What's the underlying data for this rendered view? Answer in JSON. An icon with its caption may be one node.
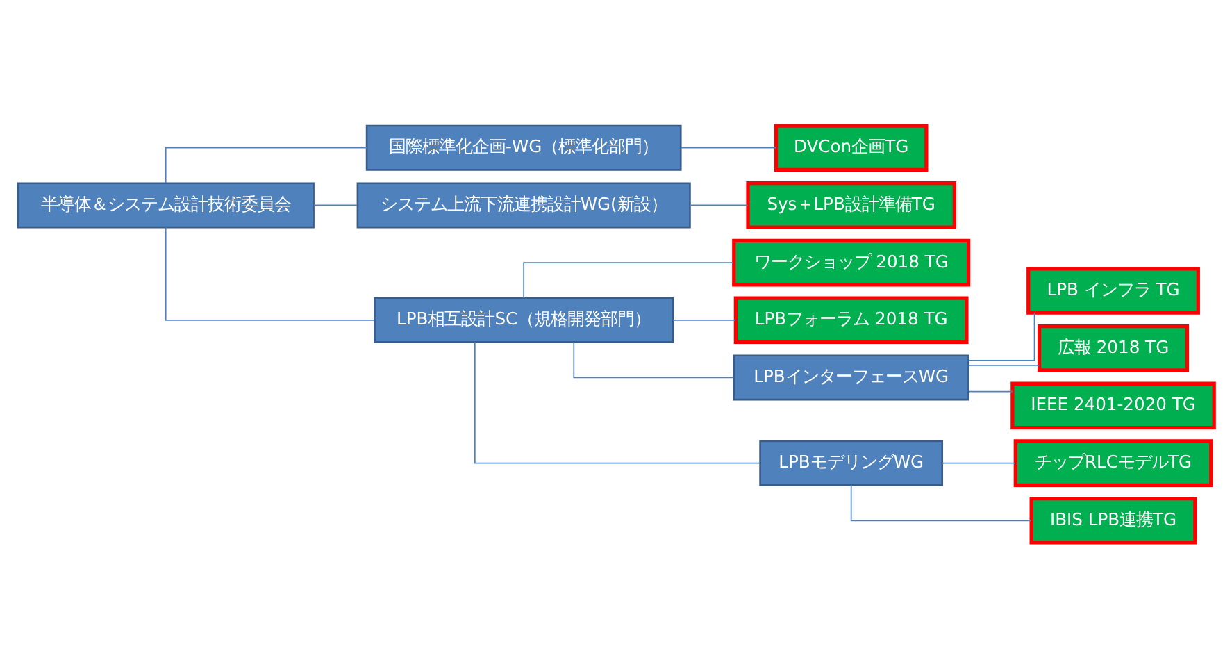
{
  "diagram": {
    "nodes": [
      {
        "text": [
          "半導体＆システム設計技術委員会"
        ]
      },
      {
        "text": [
          "国際標準化企画-WG（標準化部門）"
        ]
      },
      {
        "text": [
          "DVCon企画TG"
        ]
      },
      {
        "text": [
          "システム上流下流連携設計WG(新設）"
        ]
      },
      {
        "text": [
          "Sys＋LPB設計準備TG"
        ]
      },
      {
        "text": [
          "LPB相互設計SC（規格開発部門）"
        ]
      },
      {
        "text": [
          "ワークショップ 2018 TG"
        ]
      },
      {
        "text": [
          "LPBフォーラム 2018 TG"
        ]
      },
      {
        "text": [
          "LPBインターフェースWG"
        ]
      },
      {
        "text": [
          "LPB インフラ TG"
        ]
      },
      {
        "text": [
          "広報 2018 TG"
        ]
      },
      {
        "text": [
          "IEEE 2401-2020 TG"
        ]
      },
      {
        "text": [
          "LPBモデリングWG"
        ]
      },
      {
        "text": [
          "チップRLCモデルTG"
        ]
      },
      {
        "text": [
          "IBIS LPB連携TG"
        ]
      }
    ],
    "edges": [
      {
        "from": 0,
        "to": 1,
        "arrow": "none"
      },
      {
        "from": 0,
        "to": 3,
        "arrow": "none"
      },
      {
        "from": 0,
        "to": 5,
        "arrow": "none"
      },
      {
        "from": 1,
        "to": 2,
        "arrow": "none"
      },
      {
        "from": 3,
        "to": 4,
        "arrow": "none"
      },
      {
        "from": 5,
        "to": 6,
        "arrow": "none"
      },
      {
        "from": 5,
        "to": 7,
        "arrow": "none"
      },
      {
        "from": 5,
        "to": 8,
        "arrow": "none"
      },
      {
        "from": 5,
        "to": 12,
        "arrow": "none"
      },
      {
        "from": 8,
        "to": 9,
        "arrow": "none"
      },
      {
        "from": 8,
        "to": 10,
        "arrow": "none"
      },
      {
        "from": 8,
        "to": 11,
        "arrow": "none"
      },
      {
        "from": 12,
        "to": 13,
        "arrow": "none"
      },
      {
        "from": 12,
        "to": 14,
        "arrow": "none"
      }
    ]
  }
}
